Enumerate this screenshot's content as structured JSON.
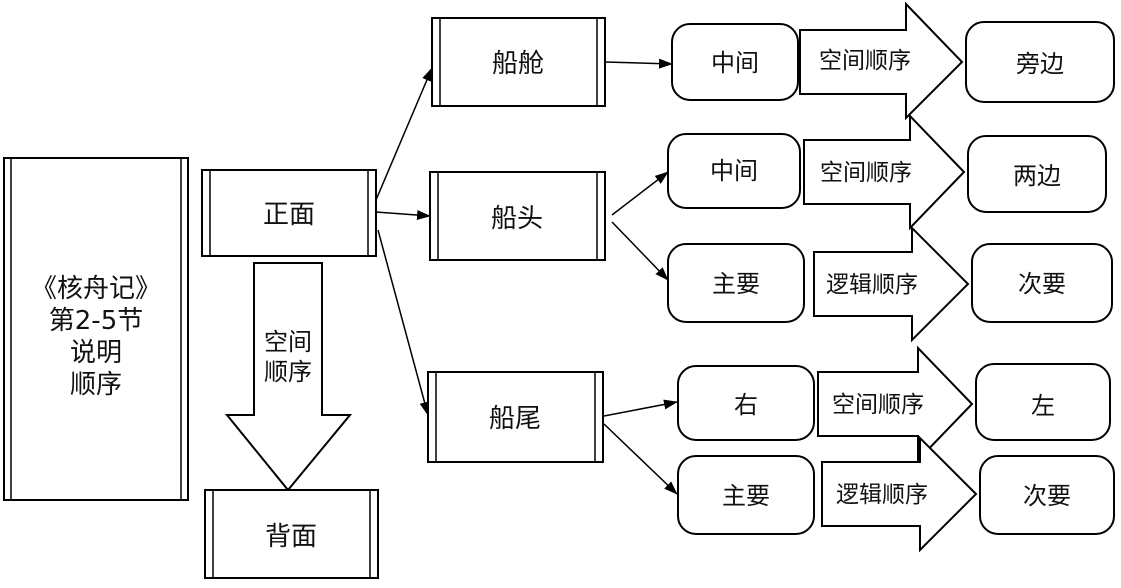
{
  "source": {
    "lines": [
      "《核舟记》",
      "第2-5节",
      "说明",
      "顺序"
    ]
  },
  "front": "正面",
  "back": "背面",
  "front_to_back_order": [
    "空间",
    "顺序"
  ],
  "parts": [
    {
      "label": "船舱",
      "from": "中间",
      "order": "空间顺序",
      "to": "旁边"
    },
    {
      "label": "船头",
      "from": "中间",
      "order": "空间顺序",
      "to": "两边",
      "from2": "主要",
      "order2": "逻辑顺序",
      "to2": "次要"
    },
    {
      "label": "船尾",
      "from": "右",
      "order": "空间顺序",
      "to": "左",
      "from2": "主要",
      "order2": "逻辑顺序",
      "to2": "次要"
    }
  ],
  "colors": {
    "stroke": "#000000",
    "text": "#111111",
    "fill": "#ffffff"
  }
}
